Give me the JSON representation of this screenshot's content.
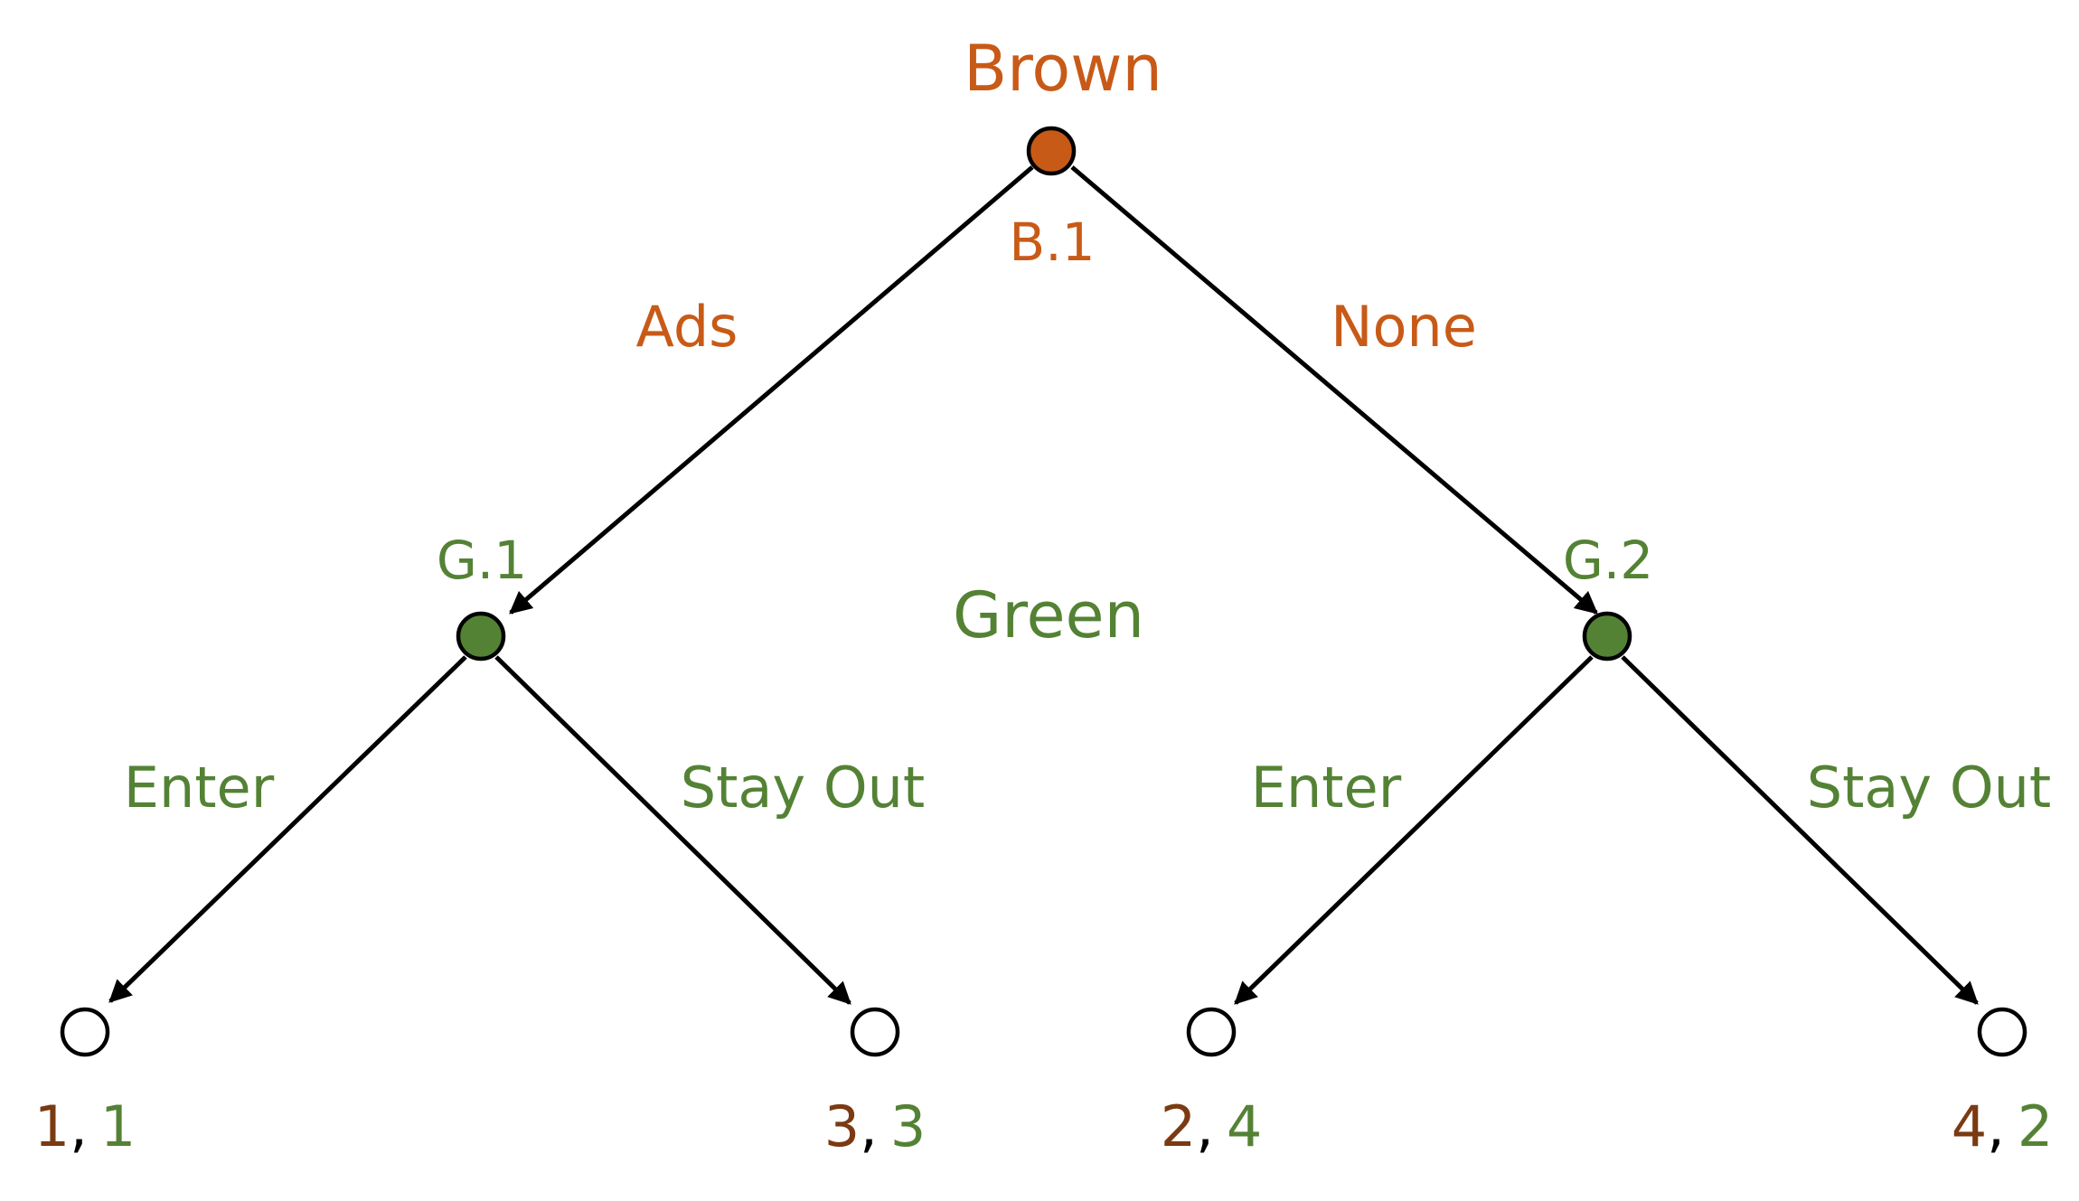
{
  "colors": {
    "brown": "#C85A17",
    "brown_payoff": "#7A3A12",
    "green": "#548235",
    "edge": "#000000",
    "terminal_fill": "#FFFFFF"
  },
  "players": {
    "brown": "Brown",
    "green": "Green"
  },
  "nodes": {
    "root": {
      "label": "B.1",
      "player": "brown"
    },
    "left": {
      "label": "G.1",
      "player": "green"
    },
    "right": {
      "label": "G.2",
      "player": "green"
    }
  },
  "actions": {
    "ads": "Ads",
    "none": "None",
    "left_enter": "Enter",
    "left_stay": "Stay Out",
    "right_enter": "Enter",
    "right_stay": "Stay Out"
  },
  "separator": ",",
  "payoffs": [
    {
      "brown": "1",
      "green": "1"
    },
    {
      "brown": "3",
      "green": "3"
    },
    {
      "brown": "2",
      "green": "4"
    },
    {
      "brown": "4",
      "green": "2"
    }
  ]
}
